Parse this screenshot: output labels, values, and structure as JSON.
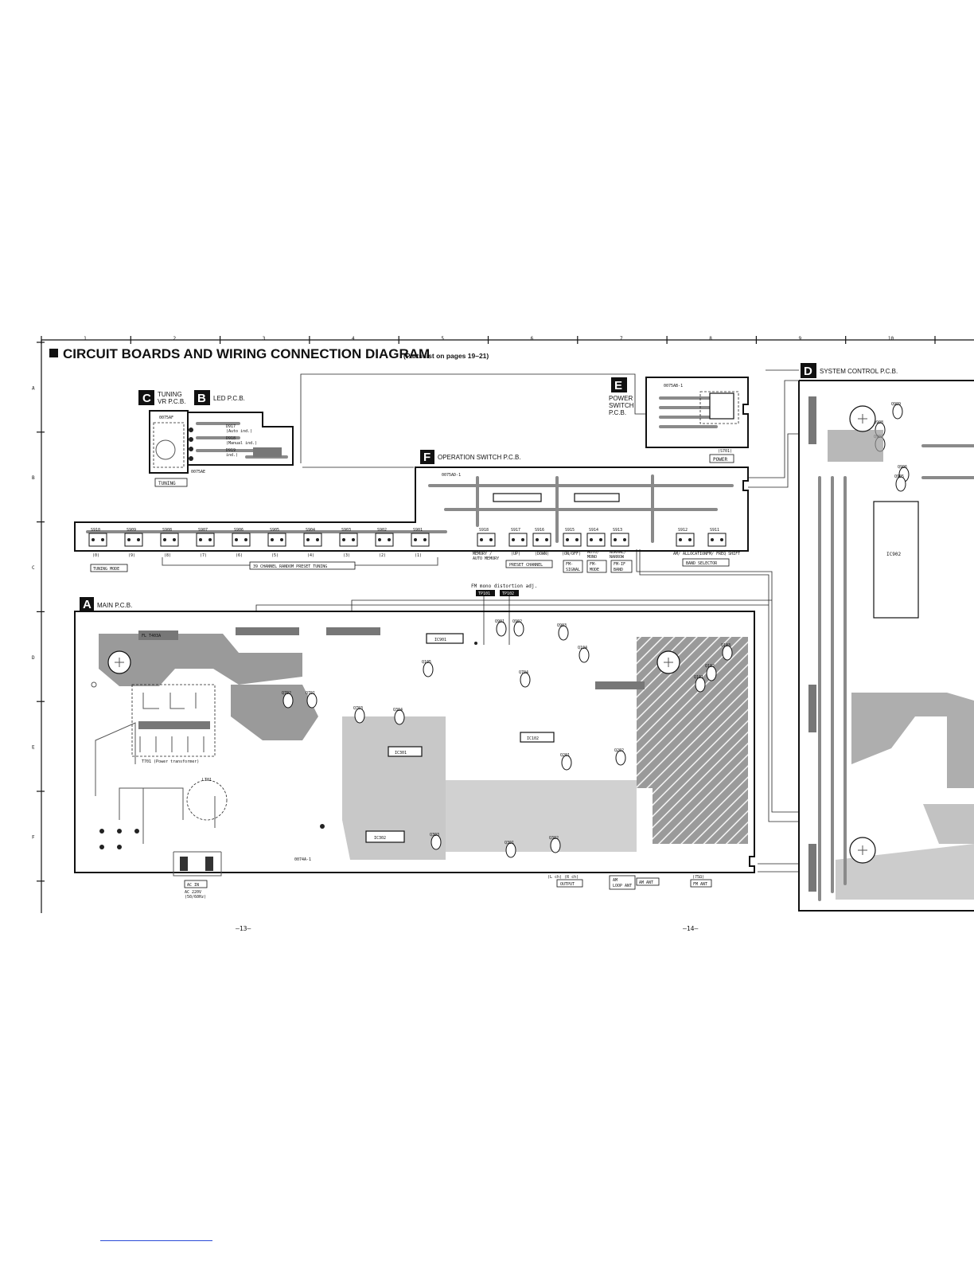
{
  "title": "CIRCUIT BOARDS AND WIRING CONNECTION DIAGRAM",
  "subtitle": "(Parts list on pages 19–21)",
  "grid": {
    "columns": [
      "1",
      "2",
      "3",
      "4",
      "5",
      "6",
      "7",
      "8",
      "9",
      "10"
    ],
    "rows": [
      "A",
      "B",
      "C",
      "D",
      "E",
      "F"
    ]
  },
  "boards": {
    "C": {
      "letter": "C",
      "name": "TUNING VR P.C.B.",
      "name_l1": "TUNING",
      "name_l2": "VR P.C.B.",
      "part": "0075AF",
      "caption": "TUNING"
    },
    "B": {
      "letter": "B",
      "name": "LED P.C.B.",
      "part": "0075AE",
      "labels": [
        "D917",
        "(Auto ind.)",
        "D918",
        "(Manual ind.)",
        "D919",
        "ind.)"
      ]
    },
    "E": {
      "letter": "E",
      "name_l1": "POWER",
      "name_l2": "SWITCH",
      "name_l3": "P.C.B.",
      "part": "0075AB-1",
      "switch": "(S701)",
      "caption": "POWER"
    },
    "F": {
      "letter": "F",
      "name": "OPERATION SWITCH P.C.B.",
      "part": "0075AD-1"
    },
    "A": {
      "letter": "A",
      "name": "MAIN P.C.B.",
      "part": "0074A-1",
      "transformer": "T701 (Power transformer)",
      "filter": "LT01"
    },
    "D": {
      "letter": "D",
      "name": "SYSTEM CONTROL P.C.B.",
      "ic": "IC902"
    }
  },
  "op_switches": {
    "numbers": [
      "S910",
      "S909",
      "S908",
      "S907",
      "S906",
      "S905",
      "S904",
      "S903",
      "S902",
      "S901"
    ],
    "keys": [
      "(0)",
      "(9)",
      "(8)",
      "(7)",
      "(6)",
      "(5)",
      "(4)",
      "(3)",
      "(2)",
      "(1)"
    ],
    "right": [
      "S918",
      "S917",
      "S916",
      "S915",
      "S914",
      "S913",
      "S912",
      "S911"
    ]
  },
  "function_labels": {
    "tuning_mode": "TUNING MODE",
    "random_preset": "39 CHANNEL RANDOM PRESET TUNING",
    "memory": "MEMORY /",
    "auto_memory": "AUTO MEMORY",
    "up": "(UP)",
    "down": "(DOWN)",
    "preset_channel": "PRESET CHANNEL",
    "on_off": "(ON/OFF)",
    "fm_signal_1": "FM-",
    "fm_signal_2": "SIGNAL",
    "auto_mono_1": "AUTO/",
    "auto_mono_2": "MONO",
    "fm_mode_1": "FM-",
    "fm_mode_2": "MODE",
    "normal_narrow_1": "NORMAL/",
    "normal_narrow_2": "NARROW",
    "fm_if_band_1": "FM-IF",
    "fm_if_band_2": "BAND",
    "am_allocation": "AM/ ALLOCATION",
    "fm_freq_shift": "FM/ FREQ SHIFT",
    "band_selector": "BAND SELECTOR"
  },
  "fm_adj": {
    "text": "FM mono distortion adj.",
    "tp1": "TP101",
    "tp2": "TP102"
  },
  "components": [
    "Q901",
    "Q902",
    "Q903",
    "IC901",
    "Q104",
    "Q105",
    "Q704",
    "Q702",
    "Q701",
    "Q703",
    "Q304",
    "Q102",
    "Q103",
    "Q101",
    "IC301",
    "IC102",
    "Q201",
    "Q202",
    "IC302",
    "Q303",
    "Q301",
    "Q302",
    "Q909",
    "Q908",
    "Q907",
    "Q906",
    "Q905"
  ],
  "connectors": {
    "ac_in": "AC IN",
    "ac_spec_1": "AC 220V",
    "ac_spec_2": "(50/60Hz)",
    "output": "OUTPUT",
    "output_ch": "(L ch)   (R ch)",
    "am_loop_1": "AM",
    "am_loop_2": "LOOP ANT",
    "am_ant": "AM ANT",
    "fm_ant": "FM ANT",
    "fm_ant_imp": "(75Ω)"
  },
  "pages": {
    "left": "–13–",
    "right": "–14–"
  }
}
